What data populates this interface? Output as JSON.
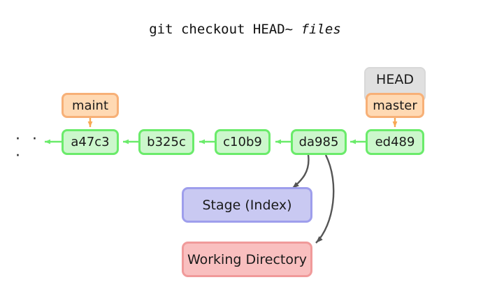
{
  "title": {
    "command": "git checkout HEAD~ ",
    "argument": "files"
  },
  "diagram": {
    "ellipsis": "· · ·",
    "commits": [
      {
        "id": "commit-a47c3",
        "label": "a47c3"
      },
      {
        "id": "commit-b325c",
        "label": "b325c"
      },
      {
        "id": "commit-c10b9",
        "label": "c10b9"
      },
      {
        "id": "commit-da985",
        "label": "da985"
      },
      {
        "id": "commit-ed489",
        "label": "ed489"
      }
    ],
    "branches": [
      {
        "id": "branch-maint",
        "label": "maint"
      },
      {
        "id": "branch-master",
        "label": "master"
      }
    ],
    "head": {
      "label": "HEAD"
    },
    "areas": [
      {
        "id": "stage",
        "label": "Stage (Index)"
      },
      {
        "id": "working-directory",
        "label": "Working Directory"
      }
    ]
  },
  "colors": {
    "commit_fill": "#ccf7cc",
    "commit_border": "#6aeb6a",
    "branch_fill": "#ffd9b3",
    "branch_border": "#f7b077",
    "head_fill": "#e0e0e0",
    "head_border": "#d8d8d8",
    "stage_fill": "#c9c9f2",
    "stage_border": "#9e9eec",
    "workdir_fill": "#f9bfbf",
    "workdir_border": "#f09a9a",
    "commit_arrow": "#6aeb6a",
    "branch_arrow": "#f7a855",
    "checkout_arrow": "#555555",
    "text": "#1a1a1a"
  }
}
